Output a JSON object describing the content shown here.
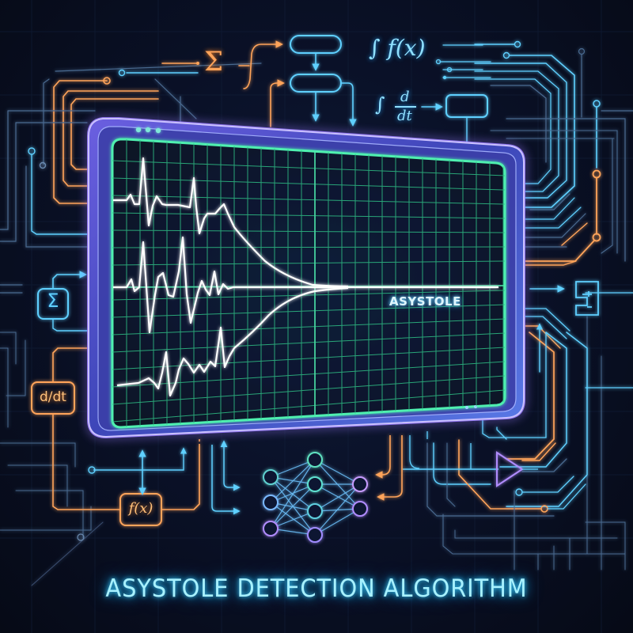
{
  "title": "ASYSTOLE DETECTION ALGORITHM",
  "monitor": {
    "status_label": "ASYSTOLE",
    "window_dots": 3,
    "footer_dots": 2,
    "traces": [
      "ecg-trace-top",
      "ecg-trace-middle",
      "ecg-trace-bottom"
    ],
    "grid_color": "#3fe0a0",
    "frame_color": "#8a7bff"
  },
  "math_symbols": {
    "sum_top": "Σ",
    "integral_fx": "∫ f(x)",
    "integral_ddt_num": "d",
    "integral_ddt_den": "dt",
    "integral_sign": "∫",
    "sum_left": "Σ",
    "ddt_box": "d/dt",
    "fx_box": "f(x)"
  },
  "neural_network": {
    "layers": [
      3,
      4,
      2
    ]
  },
  "colors": {
    "background": "#070b18",
    "cyan": "#5fd0ff",
    "orange": "#ffa45a",
    "violet": "#b18cff",
    "green_grid": "#3fe0a0",
    "title": "#a7f1ff"
  }
}
